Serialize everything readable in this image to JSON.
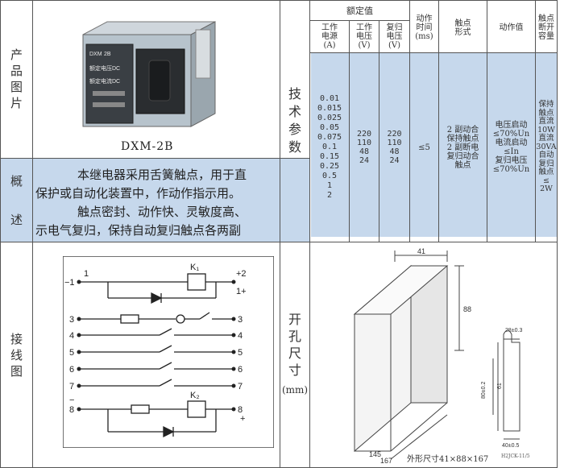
{
  "left": {
    "product_image_label": [
      "产",
      "品",
      "图",
      "片"
    ],
    "product_model": "DXM-2B",
    "device_face_text": [
      "DXM",
      "2B",
      "额定电压DC",
      "额定电流DC"
    ],
    "overview_label": [
      "概",
      "述"
    ],
    "overview_lines": [
      "本继电器采用舌簧触点，用于直",
      "保护或自动化装置中，作动作指示用。",
      "触点密封、动作快、灵敏度高、",
      "示电气复归，保持自动复归触点各两副"
    ],
    "wiring_label": [
      "接",
      "线",
      "图"
    ]
  },
  "wiring": {
    "k1": "K₁",
    "k2": "K₂",
    "pin_labels_left": [
      "1",
      "3",
      "4",
      "5",
      "6",
      "7",
      "8"
    ],
    "pin_labels_right": [
      "2",
      "3",
      "4",
      "5",
      "6",
      "7",
      "8"
    ],
    "minus_1": "−1",
    "plus_2": "+2",
    "plus_1": "1+",
    "minus_8": "−",
    "plus_8": "+"
  },
  "tech": {
    "label": [
      "技",
      "术",
      "参",
      "数"
    ],
    "header_rated": "额定值",
    "headers": {
      "work_power": [
        "工作",
        "电源",
        "(A)"
      ],
      "work_voltage": [
        "工作",
        "电压",
        "(V)"
      ],
      "reset_voltage": [
        "复归",
        "电压",
        "(V)"
      ],
      "action_time": [
        "动作",
        "时间",
        "(ms)"
      ],
      "contact_form": [
        "触点",
        "形式"
      ],
      "action_value": [
        "动作值"
      ],
      "breaking_capacity": [
        "触点",
        "断开",
        "容量"
      ]
    },
    "values": {
      "work_power": [
        "0.01",
        "0.015",
        "0.025",
        "0.05",
        "0.075",
        "0.1",
        "0.15",
        "0.25",
        "0.5",
        "1",
        "2"
      ],
      "work_voltage": [
        "220",
        "110",
        "48",
        "24"
      ],
      "reset_voltage": [
        "220",
        "110",
        "48",
        "24"
      ],
      "action_time": "≤5",
      "contact_form": [
        "2 副动合",
        "保持触点",
        "2 副断电",
        "复归动合",
        "触点"
      ],
      "action_value": [
        "电压启动",
        "≤70%Un",
        "电流启动",
        "≤In",
        "复归电压",
        "≤70%Un"
      ],
      "breaking_capacity": [
        "保持",
        "触点",
        "直流",
        "10W",
        "直流",
        "30VA",
        "自动",
        "复归",
        "触点",
        "≤",
        "2W"
      ]
    }
  },
  "cutout": {
    "label": [
      "开",
      "孔",
      "尺",
      "寸"
    ],
    "unit": "(mm)",
    "dims": {
      "top": "41",
      "right": "88",
      "bottom1": "145",
      "bottom2": "167",
      "slot_w": "28±0.3",
      "slot_h1": "80±0.2",
      "slot_h2": "61",
      "slot_bw": "40±0.5"
    },
    "outline_caption": "外形尺寸41×88×167",
    "drawing_code": "H2JCK-11/5"
  },
  "colors": {
    "highlight": "#c6d8ec",
    "border": "#555555"
  }
}
